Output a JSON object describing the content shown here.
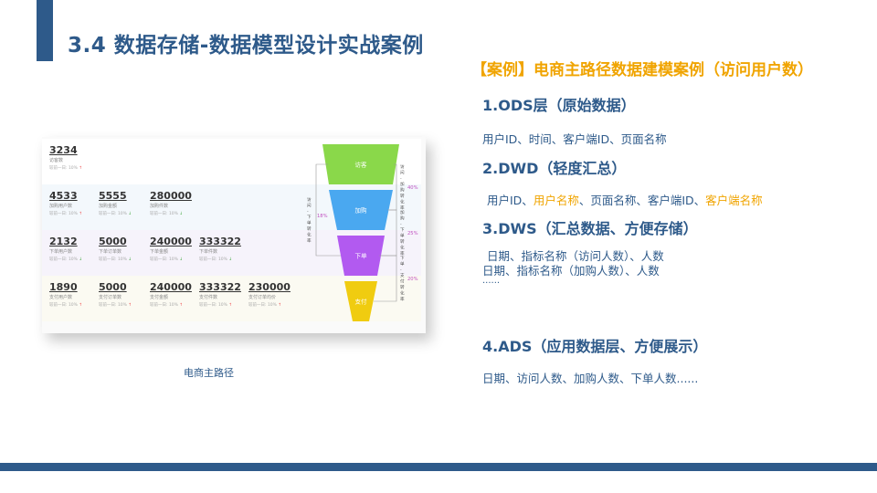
{
  "title": "3.4 数据存储-数据模型设计实战案例",
  "case_title": "【案例】电商主路径数据建模案例（访问用户数）",
  "sections": [
    {
      "heading": "1.ODS层（原始数据）",
      "lines": [
        "用户ID、时间、客户端ID、页面名称"
      ]
    },
    {
      "heading": "2.DWD（轻度汇总）",
      "parts": [
        "用户ID、",
        "用户名称",
        "、页面名称、客户端ID、",
        "客户端名称"
      ]
    },
    {
      "heading": "3.DWS（汇总数据、方便存储）",
      "lines": [
        "日期、指标名称（访问人数）、人数",
        "日期、指标名称（加购人数）、人数",
        "......"
      ]
    },
    {
      "heading": "4.ADS（应用数据层、方便展示）",
      "lines": [
        "日期、访问人数、加购人数、下单人数......"
      ]
    }
  ],
  "caption": "电商主路径",
  "dashboard": {
    "rows": [
      [
        {
          "value": "3234",
          "label": "访客数",
          "stat": "较前一日: 10%",
          "trend": "up"
        }
      ],
      [
        {
          "value": "4533",
          "label": "加购用户数",
          "stat": "较前一日: 10%",
          "trend": "up"
        },
        {
          "value": "5555",
          "label": "加购金额",
          "stat": "较前一日: 10%",
          "trend": "down"
        },
        {
          "value": "280000",
          "label": "加购件数",
          "stat": "较前一日: 10%",
          "trend": "down"
        }
      ],
      [
        {
          "value": "2132",
          "label": "下单用户数",
          "stat": "较前一日: 10%",
          "trend": "down"
        },
        {
          "value": "5000",
          "label": "下单订单数",
          "stat": "较前一日: 10%",
          "trend": "down"
        },
        {
          "value": "240000",
          "label": "下单金额",
          "stat": "较前一日: 10%",
          "trend": "down"
        },
        {
          "value": "333322",
          "label": "下单件数",
          "stat": "较前一日: 10%",
          "trend": "down"
        }
      ],
      [
        {
          "value": "1890",
          "label": "支付用户数",
          "stat": "较前一日: 10%",
          "trend": "up"
        },
        {
          "value": "5000",
          "label": "支付订单数",
          "stat": "较前一日: 10%",
          "trend": "up"
        },
        {
          "value": "240000",
          "label": "支付金额",
          "stat": "较前一日: 10%",
          "trend": "up"
        },
        {
          "value": "333322",
          "label": "支付件数",
          "stat": "较前一日: 10%",
          "trend": "up"
        },
        {
          "value": "230000",
          "label": "支付订单均价",
          "stat": "较前一日: 10%",
          "trend": "up"
        }
      ]
    ],
    "funnel": {
      "stages": [
        {
          "label": "访客",
          "color": "#8ad84a"
        },
        {
          "label": "加购",
          "color": "#4aa8f0"
        },
        {
          "label": "下单",
          "color": "#b25af0"
        },
        {
          "label": "支付",
          "color": "#f0cc10"
        }
      ],
      "right_labels": [
        {
          "text": "访问-加购转化率",
          "pct": "40%"
        },
        {
          "text": "加购-下单转化率",
          "pct": "25%"
        },
        {
          "text": "下单-支付转化率",
          "pct": "20%"
        }
      ],
      "left_label": {
        "text": "访问-下单转化率",
        "pct": "18%"
      }
    }
  }
}
